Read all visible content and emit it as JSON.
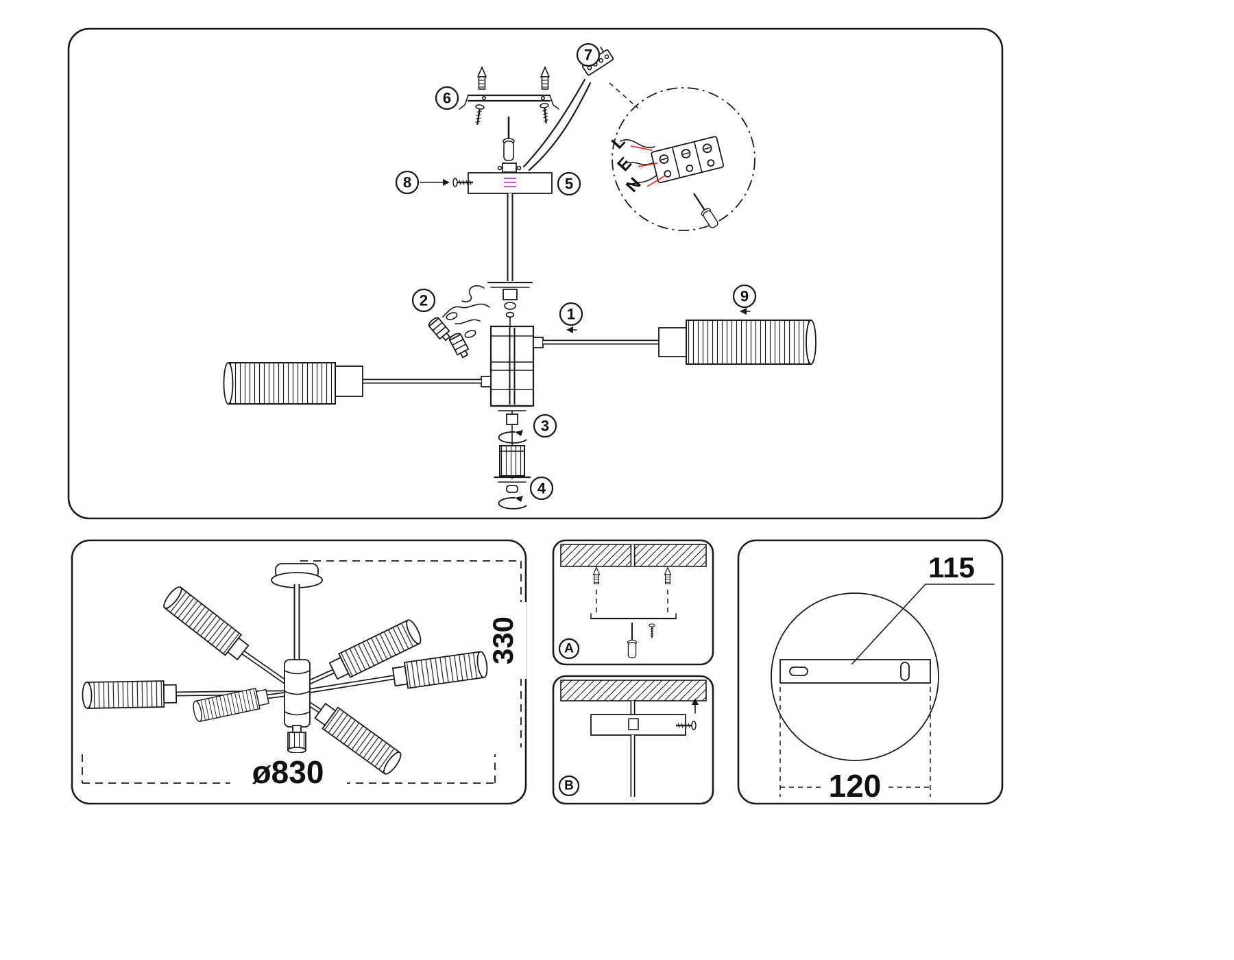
{
  "colors": {
    "line": "#1a1a1a",
    "leader_red": "#e8302a",
    "accent_violet": "#b05fc0",
    "background": "#ffffff"
  },
  "panels": {
    "main": {
      "callouts": {
        "c1": "1",
        "c2": "2",
        "c3": "3",
        "c4": "4",
        "c5": "5",
        "c6": "6",
        "c7": "7",
        "c8": "8",
        "c9": "9"
      },
      "wire_labels": {
        "l": "L",
        "e": "E",
        "n": "N"
      }
    },
    "assembled": {
      "dim_height": "330",
      "dim_diameter": "ø830"
    },
    "step_a": {
      "label": "A"
    },
    "step_b": {
      "label": "B"
    },
    "base": {
      "dim_hole_offset": "115",
      "dim_width": "120"
    }
  }
}
